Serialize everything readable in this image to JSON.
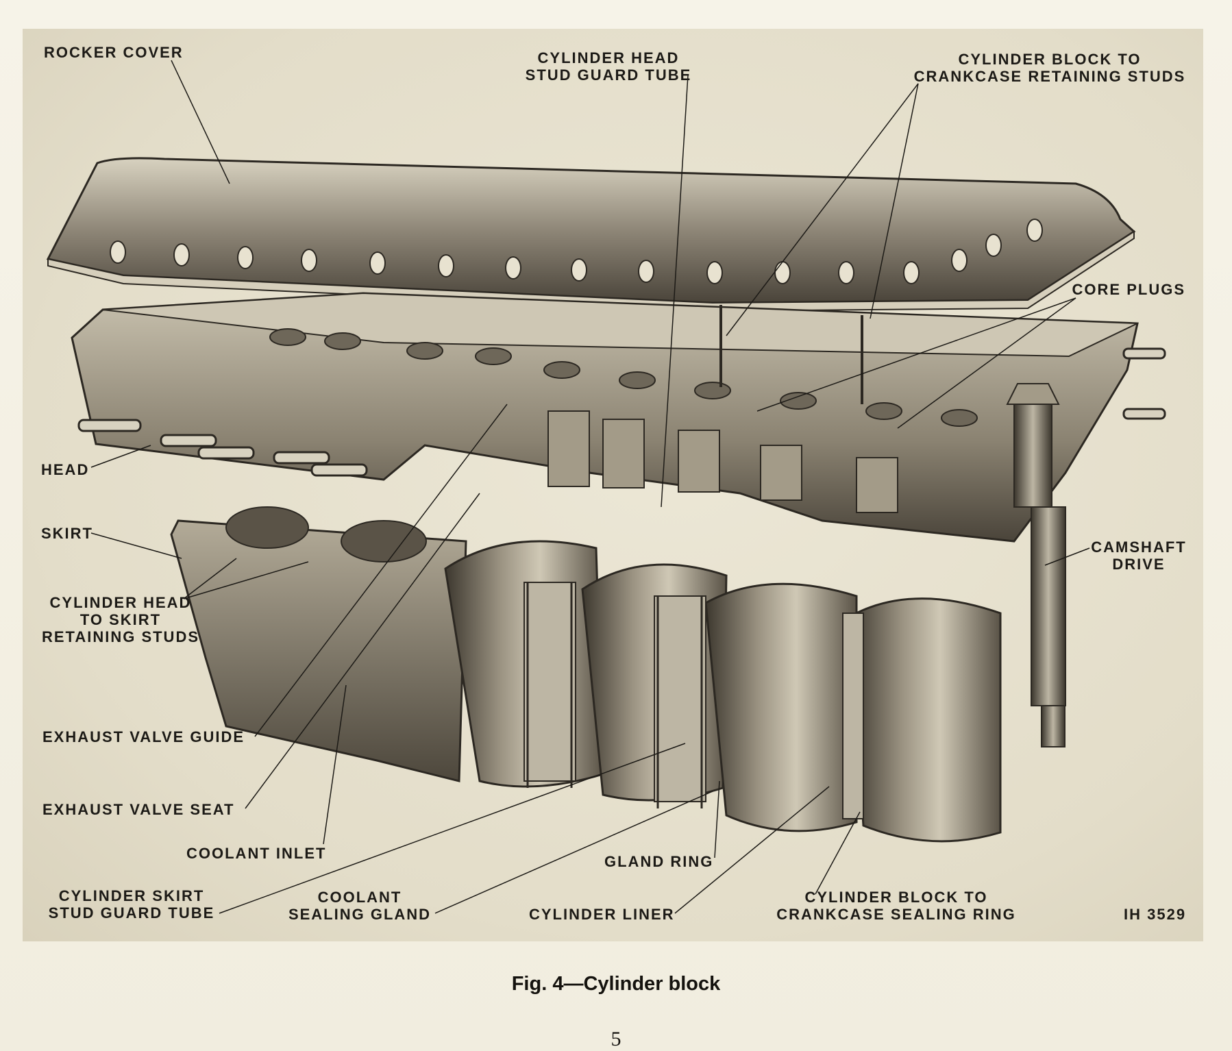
{
  "diagram": {
    "labels": {
      "rocker_cover": [
        "ROCKER COVER"
      ],
      "head_stud_guard_tube": [
        "CYLINDER HEAD",
        "STUD GUARD TUBE"
      ],
      "block_retaining_studs": [
        "CYLINDER BLOCK TO",
        "CRANKCASE RETAINING STUDS"
      ],
      "core_plugs": [
        "CORE PLUGS"
      ],
      "head": [
        "HEAD"
      ],
      "skirt": [
        "SKIRT"
      ],
      "head_skirt_studs": [
        "CYLINDER HEAD",
        "TO SKIRT",
        "RETAINING STUDS"
      ],
      "camshaft_drive": [
        "CAMSHAFT",
        "DRIVE"
      ],
      "exhaust_valve_guide": [
        "EXHAUST VALVE GUIDE"
      ],
      "exhaust_valve_seat": [
        "EXHAUST VALVE SEAT"
      ],
      "coolant_inlet": [
        "COOLANT INLET"
      ],
      "gland_ring": [
        "GLAND RING"
      ],
      "skirt_stud_guard_tube": [
        "CYLINDER SKIRT",
        "STUD GUARD TUBE"
      ],
      "coolant_sealing_gland": [
        "COOLANT",
        "SEALING GLAND"
      ],
      "cylinder_liner": [
        "CYLINDER LINER"
      ],
      "sealing_ring": [
        "CYLINDER BLOCK TO",
        "CRANKCASE SEALING RING"
      ]
    },
    "ref_number": "IH 3529"
  },
  "caption": "Fig. 4—Cylinder block",
  "page_number": "5",
  "colors": {
    "paper": "#f4f1e6",
    "plate": "#e6e1cf",
    "metal_light": "#bdb6a4",
    "metal_dark": "#3a352c",
    "ink": "#1c1a16"
  },
  "icons": [
    "cylinder-block-illustration"
  ]
}
